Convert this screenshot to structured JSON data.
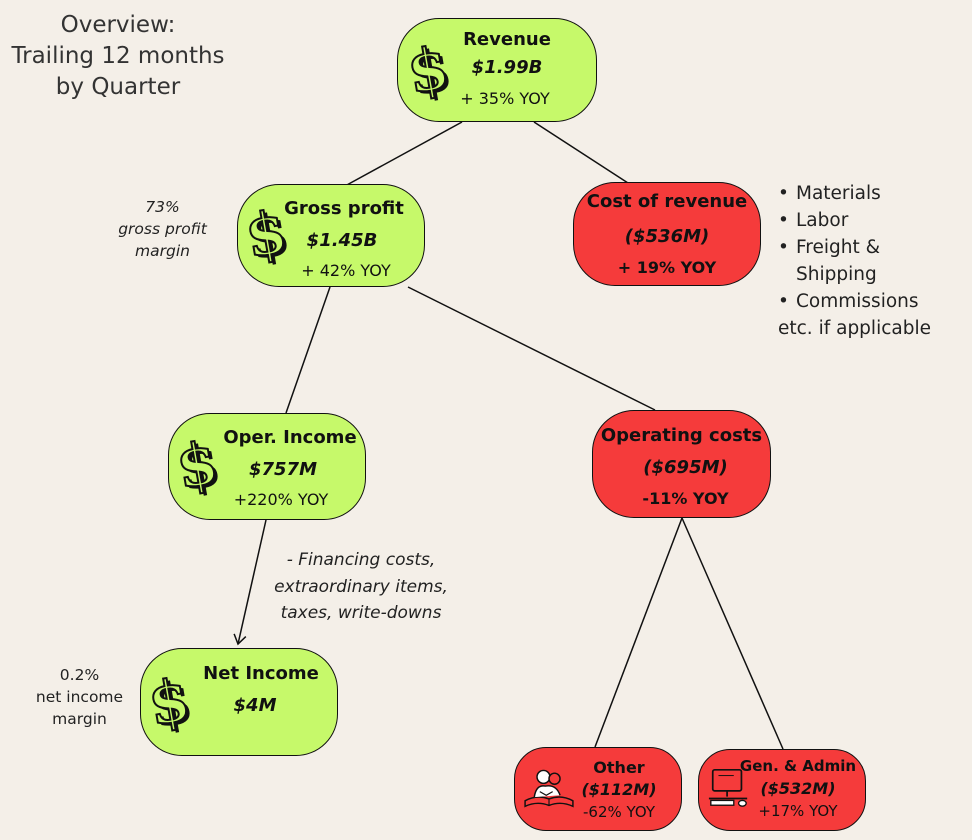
{
  "title": "Overview:\nTrailing 12 months\nby Quarter",
  "nodes": {
    "revenue": {
      "label": "Revenue",
      "value": "$1.99B",
      "yoy": "+ 35% YOY"
    },
    "gross_profit": {
      "label": "Gross profit",
      "value": "$1.45B",
      "yoy": "+ 42% YOY"
    },
    "cost_of_revenue": {
      "label": "Cost of revenue",
      "value": "($536M)",
      "yoy": "+ 19% YOY"
    },
    "oper_income": {
      "label": "Oper. Income",
      "value": "$757M",
      "yoy": "+220% YOY"
    },
    "operating_costs": {
      "label": "Operating costs",
      "value": "($695M)",
      "yoy": "-11% YOY"
    },
    "net_income": {
      "label": "Net Income",
      "value": "$4M"
    },
    "other": {
      "label": "Other",
      "value": "($112M)",
      "yoy": "-62% YOY"
    },
    "gen_admin": {
      "label": "Gen. & Admin",
      "value": "($532M)",
      "yoy": "+17% YOY"
    }
  },
  "gross_margin_note": "73%\ngross profit\nmargin",
  "net_margin_note": "0.2%\nnet income\nmargin",
  "cost_items": [
    "Materials",
    "Labor",
    "Freight &\nShipping",
    "Commissions"
  ],
  "cost_items_footer": "etc. if applicable",
  "financing_note": "- Financing costs,\nextraordinary items,\ntaxes, write-downs",
  "icons": {
    "dollar": "dollar-sign-icon",
    "other": "person-reading-book-icon",
    "gen_admin": "computer-desk-icon"
  },
  "colors": {
    "positive": "#c6f96a",
    "negative": "#f53b3b",
    "background": "#f4efe8"
  }
}
